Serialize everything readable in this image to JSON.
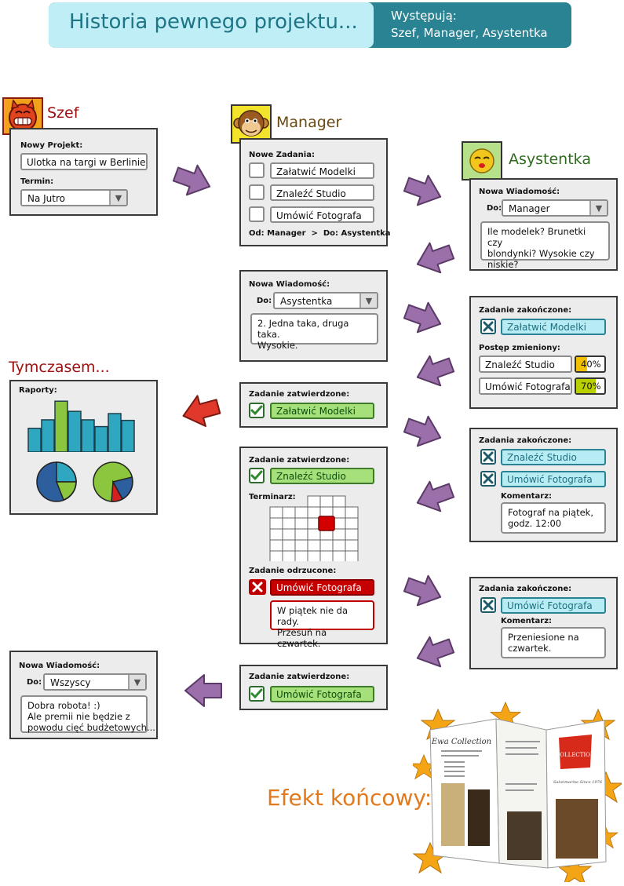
{
  "header": {
    "title": "Historia pewnego projektu...",
    "cast_label": "Występują:",
    "cast": "Szef, Manager, Asystentka"
  },
  "actors": {
    "szef": "Szef",
    "manager": "Manager",
    "asystentka": "Asystentka",
    "tymczasem": "Tymczasem..."
  },
  "szef_form": {
    "project_label": "Nowy Projekt:",
    "project_value": "Ulotka na targi w Berlinie",
    "deadline_label": "Termin:",
    "deadline_value": "Na Jutro"
  },
  "manager_tasks": {
    "label": "Nowe Zadania:",
    "tasks": [
      "Załatwić Modelki",
      "Znaleźć Studio",
      "Umówić Fotografa"
    ],
    "route": "Od: Manager  >  Do: Asystentka"
  },
  "asystentka_msg": {
    "label": "Nowa Wiadomość:",
    "to_label": "Do:",
    "to_value": "Manager",
    "body_lines": [
      "Ile modelek? Brunetki czy",
      "blondynki? Wysokie czy",
      "niskie?"
    ]
  },
  "manager_msg": {
    "label": "Nowa Wiadomość:",
    "to_label": "Do:",
    "to_value": "Asystentka",
    "body_lines": [
      "2. Jedna taka, druga taka.",
      "Wysokie."
    ]
  },
  "asyst_done1": {
    "label": "Zadanie zakończone:",
    "task": "Załatwić Modelki",
    "progress_label": "Postęp zmieniony:",
    "progress": [
      {
        "task": "Znaleźć Studio",
        "percent": "40%",
        "value": 0.4
      },
      {
        "task": "Umówić Fotografa",
        "percent": "70%",
        "value": 0.7
      }
    ]
  },
  "reports": {
    "label": "Raporty:",
    "bars": [
      0.42,
      0.57,
      0.9,
      0.72,
      0.57,
      0.45,
      0.68,
      0.56
    ],
    "bar_color": "#2fa7c0",
    "highlight_color": "#8bc63e",
    "highlight_index": 2
  },
  "approved1": {
    "label": "Zadanie zatwierdzone:",
    "task": "Załatwić Modelki"
  },
  "asyst_done2": {
    "label": "Zadania zakończone:",
    "tasks": [
      "Znaleźć Studio",
      "Umówić Fotografa"
    ],
    "comment_label": "Komentarz:",
    "comment_lines": [
      "Fotograf na piątek,",
      "godz. 12:00"
    ]
  },
  "manager_big": {
    "approved_label": "Zadanie zatwierdzone:",
    "approved_task": "Znaleźć Studio",
    "schedule_label": "Terminarz:",
    "rejected_label": "Zadanie odrzucone:",
    "rejected_task": "Umówić Fotografa",
    "rejected_note_lines": [
      "W piątek nie da rady.",
      "Przesuń na czwartek."
    ]
  },
  "asyst_done3": {
    "label": "Zadania zakończone:",
    "task": "Umówić Fotografa",
    "comment_label": "Komentarz:",
    "comment_lines": [
      "Przeniesione na",
      "czwartek."
    ]
  },
  "approved2": {
    "label": "Zadanie zatwierdzone:",
    "task": "Umówić Fotografa"
  },
  "szef_final": {
    "label": "Nowa Wiadomość:",
    "to_label": "Do:",
    "to_value": "Wszyscy",
    "body_lines": [
      "Dobra robota! :)",
      "Ale premii nie będzie z",
      "powodu cięć budżetowych..."
    ]
  },
  "final": {
    "label": "Efekt końcowy:",
    "brochure_title": "Ewa Collection",
    "brochure_logo": "COLLECTION",
    "brochure_caption": "Salonmarine Since 1976"
  },
  "colors": {
    "header_light": "#bfeef6",
    "header_dark": "#2a8393",
    "arrow_purple": "#9b6fa9",
    "arrow_red": "#e0382a",
    "szef": "#a01010",
    "manager": "#6b4a12",
    "asystentka": "#2f6b1e",
    "final": "#e17a1c"
  }
}
